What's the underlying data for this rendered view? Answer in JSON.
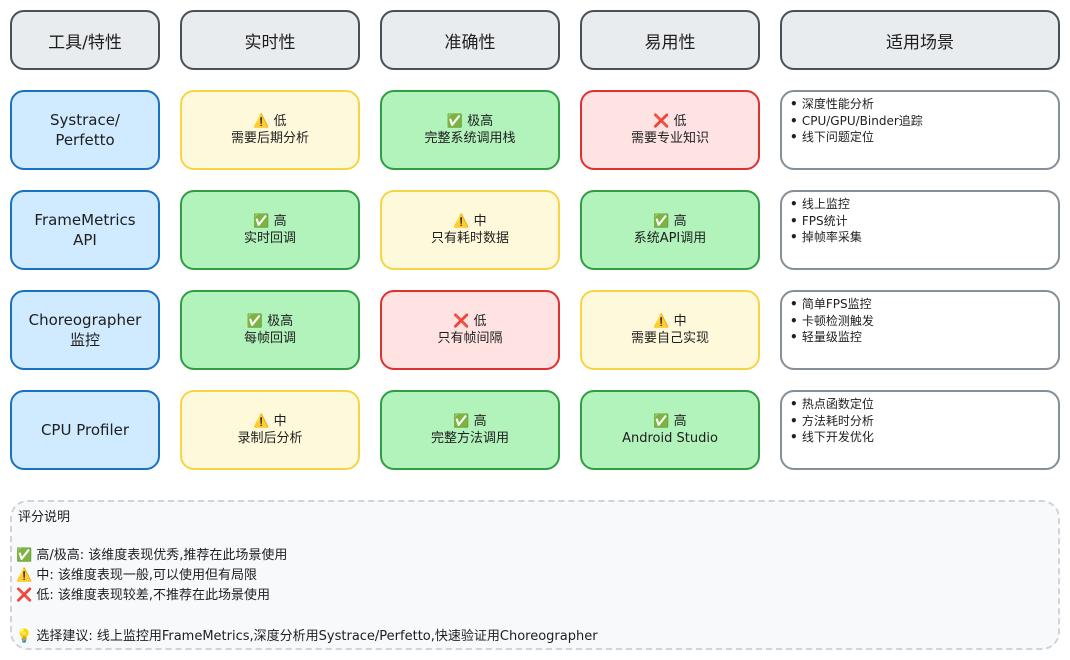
{
  "headers": [
    "工具/特性",
    "实时性",
    "准确性",
    "易用性",
    "适用场景"
  ],
  "rows": [
    {
      "tool": [
        "Systrace/",
        "Perfetto"
      ],
      "ratings": [
        {
          "level": "mid",
          "icon": "⚠️",
          "value": "低",
          "desc": "需要后期分析"
        },
        {
          "level": "good",
          "icon": "✅",
          "value": "极高",
          "desc": "完整系统调用栈"
        },
        {
          "level": "bad",
          "icon": "❌",
          "value": "低",
          "desc": "需要专业知识"
        }
      ],
      "scenes": [
        "深度性能分析",
        "CPU/GPU/Binder追踪",
        "线下问题定位"
      ]
    },
    {
      "tool": [
        "FrameMetrics",
        "API"
      ],
      "ratings": [
        {
          "level": "good",
          "icon": "✅",
          "value": "高",
          "desc": "实时回调"
        },
        {
          "level": "mid",
          "icon": "⚠️",
          "value": "中",
          "desc": "只有耗时数据"
        },
        {
          "level": "good",
          "icon": "✅",
          "value": "高",
          "desc": "系统API调用"
        }
      ],
      "scenes": [
        "线上监控",
        "FPS统计",
        "掉帧率采集"
      ]
    },
    {
      "tool": [
        "Choreographer",
        "监控"
      ],
      "ratings": [
        {
          "level": "good",
          "icon": "✅",
          "value": "极高",
          "desc": "每帧回调"
        },
        {
          "level": "bad",
          "icon": "❌",
          "value": "低",
          "desc": "只有帧间隔"
        },
        {
          "level": "mid",
          "icon": "⚠️",
          "value": "中",
          "desc": "需要自己实现"
        }
      ],
      "scenes": [
        "简单FPS监控",
        "卡顿检测触发",
        "轻量级监控"
      ]
    },
    {
      "tool": [
        "CPU Profiler"
      ],
      "ratings": [
        {
          "level": "mid",
          "icon": "⚠️",
          "value": "中",
          "desc": "录制后分析"
        },
        {
          "level": "good",
          "icon": "✅",
          "value": "高",
          "desc": "完整方法调用"
        },
        {
          "level": "good",
          "icon": "✅",
          "value": "高",
          "desc": "Android Studio"
        }
      ],
      "scenes": [
        "热点函数定位",
        "方法耗时分析",
        "线下开发优化"
      ]
    }
  ],
  "legend": {
    "title": "评分说明",
    "items": [
      "✅ 高/极高: 该维度表现优秀,推荐在此场景使用",
      "⚠️ 中: 该维度表现一般,可以使用但有局限",
      "❌ 低: 该维度表现较差,不推荐在此场景使用"
    ],
    "tip": "💡 选择建议: 线上监控用FrameMetrics,深度分析用Systrace/Perfetto,快速验证用Choreographer"
  }
}
